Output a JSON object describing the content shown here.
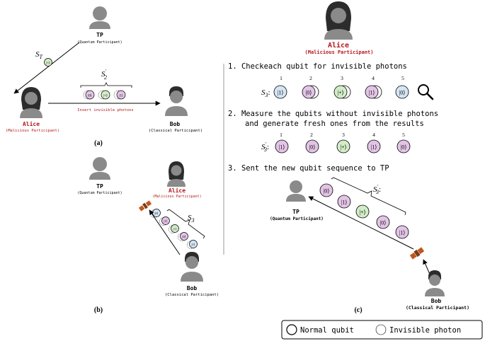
{
  "colors": {
    "pink": "#e3c4e6",
    "green": "#d2ecc7",
    "blue": "#d5e5f4",
    "red": "#b3171b",
    "gray_person": "#8a8a8a",
    "dark_hair": "#2c2c2c",
    "satellite": "#c0571f",
    "line": "#000000",
    "divider": "#9a9a9a"
  },
  "panel_a": {
    "tp_name": "TP",
    "tp_role": "(Quantum Participant)",
    "st_label": "S_T",
    "st_qubit": "|+⟩",
    "s2_label": "S'_2",
    "seq": [
      "|0⟩",
      "|+⟩",
      "|1⟩"
    ],
    "insert_text": "Insert invisible photons",
    "alice_name": "Alice",
    "alice_role": "(Malicious Participant)",
    "bob_name": "Bob",
    "bob_role": "(Classical Participant)",
    "caption": "(a)"
  },
  "panel_b": {
    "tp_name": "TP",
    "tp_role": "(Quantum Participant)",
    "alice_name": "Alice",
    "alice_role": "(Malicious Participant)",
    "s3_label": "S_3",
    "seq": [
      "|0⟩",
      "|1⟩",
      "|+⟩",
      "|0⟩",
      "|1⟩"
    ],
    "bob_name": "Bob",
    "bob_role": "(Classical Participant)",
    "caption": "(b)"
  },
  "panel_c": {
    "alice_name": "Alice",
    "alice_role": "(Malicious Participant)",
    "step1": "1. Checkeach qubit for invisible photons",
    "s3_label": "S_3:",
    "s3_seq": [
      "|1⟩",
      "|0⟩",
      "|+⟩",
      "|1⟩",
      "|0⟩"
    ],
    "indices": [
      "1",
      "2",
      "3",
      "4",
      "5"
    ],
    "step2_l1": "2. Measure the qubits without invisible photons",
    "step2_l2": "and generate fresh ones from the results",
    "s3p_label": "S'_3:",
    "s3p_seq": [
      "|1⟩",
      "|0⟩",
      "|+⟩",
      "|1⟩",
      "|0⟩"
    ],
    "step3": "3. Sent the new qubit sequence to TP",
    "seq3": [
      "|0⟩",
      "|1⟩",
      "|+⟩",
      "|0⟩",
      "|1⟩"
    ],
    "seq3_label": "S'_3:",
    "tp_name": "TP",
    "tp_role": "(Quantum Participant)",
    "bob_name": "Bob",
    "bob_role": "(Classical Participant)",
    "caption": "(c)"
  },
  "legend": {
    "normal": "Normal qubit",
    "invisible": "Invisible photon"
  }
}
